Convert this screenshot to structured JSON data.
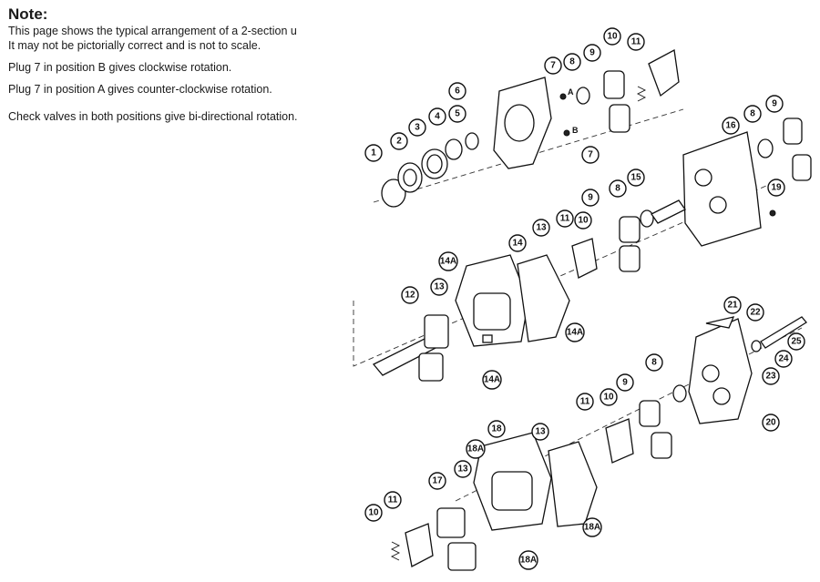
{
  "note": {
    "title": "Note:",
    "lines": [
      "This page shows the typical arrangement of a 2-section u",
      "It may not be pictorially correct and is not to scale.",
      "Plug 7 in position B gives clockwise rotation.",
      "Plug 7 in position A gives counter-clockwise rotation.",
      "Check valves in both positions give bi-directional rotation."
    ]
  },
  "diagram": {
    "position_labels": {
      "a": "A",
      "b": "B"
    },
    "callouts": [
      "1",
      "2",
      "3",
      "4",
      "5",
      "6",
      "7",
      "7",
      "8",
      "9",
      "10",
      "11",
      "8",
      "9",
      "16",
      "19",
      "15",
      "8",
      "9",
      "11",
      "10",
      "13",
      "14",
      "14A",
      "13",
      "12",
      "14A",
      "14A",
      "21",
      "22",
      "25",
      "24",
      "23",
      "20",
      "8",
      "9",
      "10",
      "11",
      "13",
      "18",
      "18A",
      "13",
      "17",
      "11",
      "10",
      "18A",
      "18A"
    ]
  }
}
